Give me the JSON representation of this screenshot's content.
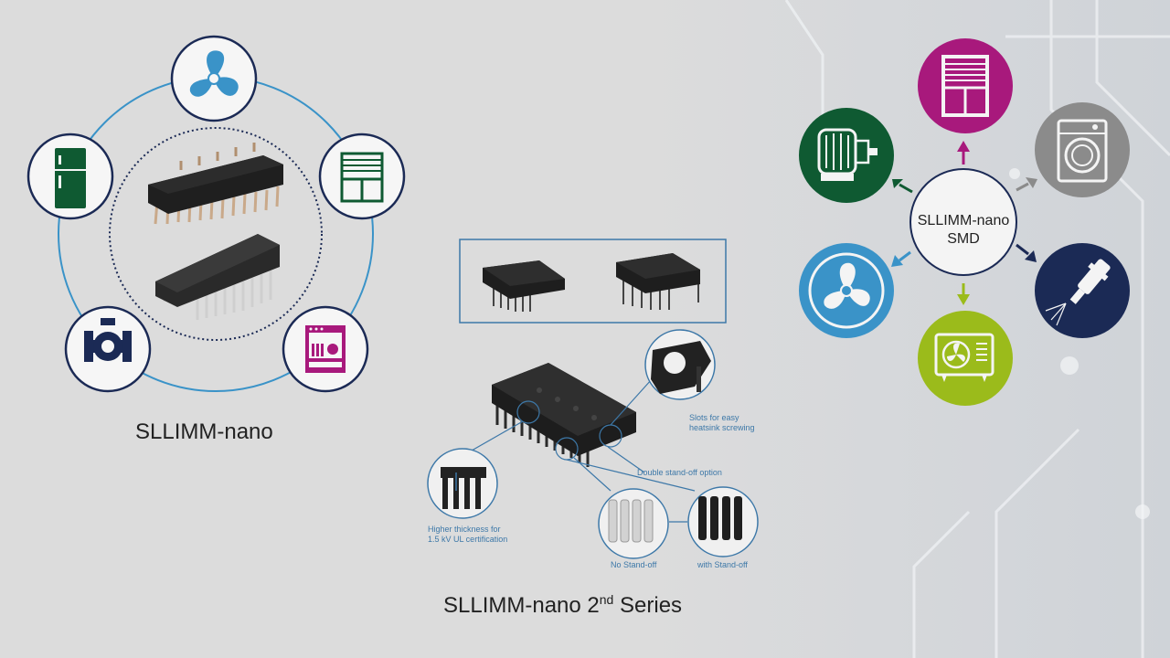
{
  "left": {
    "caption": "SLLIMM-nano",
    "icons": [
      "fan-icon",
      "window-shutter-icon",
      "dishwasher-icon",
      "pump-icon",
      "refrigerator-icon"
    ]
  },
  "middle": {
    "caption_main": "SLLIMM-nano 2",
    "caption_sup": "nd",
    "caption_tail": " Series",
    "annotations": {
      "slots": [
        "Slots for easy",
        "heatsink screwing"
      ],
      "standoff": "Double stand-off option",
      "thickness": [
        "Higher thickness for",
        "1.5 kV UL certification"
      ],
      "no_standoff": "No Stand-off",
      "with_standoff": "with Stand-off"
    }
  },
  "right": {
    "hub_label": [
      "SLLIMM-nano",
      "SMD"
    ],
    "colors": {
      "magenta": "#a8197c",
      "gray": "#8b8b8b",
      "navy": "#1b2a55",
      "lime": "#9bbb1b",
      "blue": "#3a93c8",
      "green": "#0f5a32"
    },
    "icons": [
      "window-shutter-icon",
      "washing-machine-icon",
      "injector-icon",
      "air-conditioner-icon",
      "fan-icon",
      "motor-icon"
    ]
  }
}
